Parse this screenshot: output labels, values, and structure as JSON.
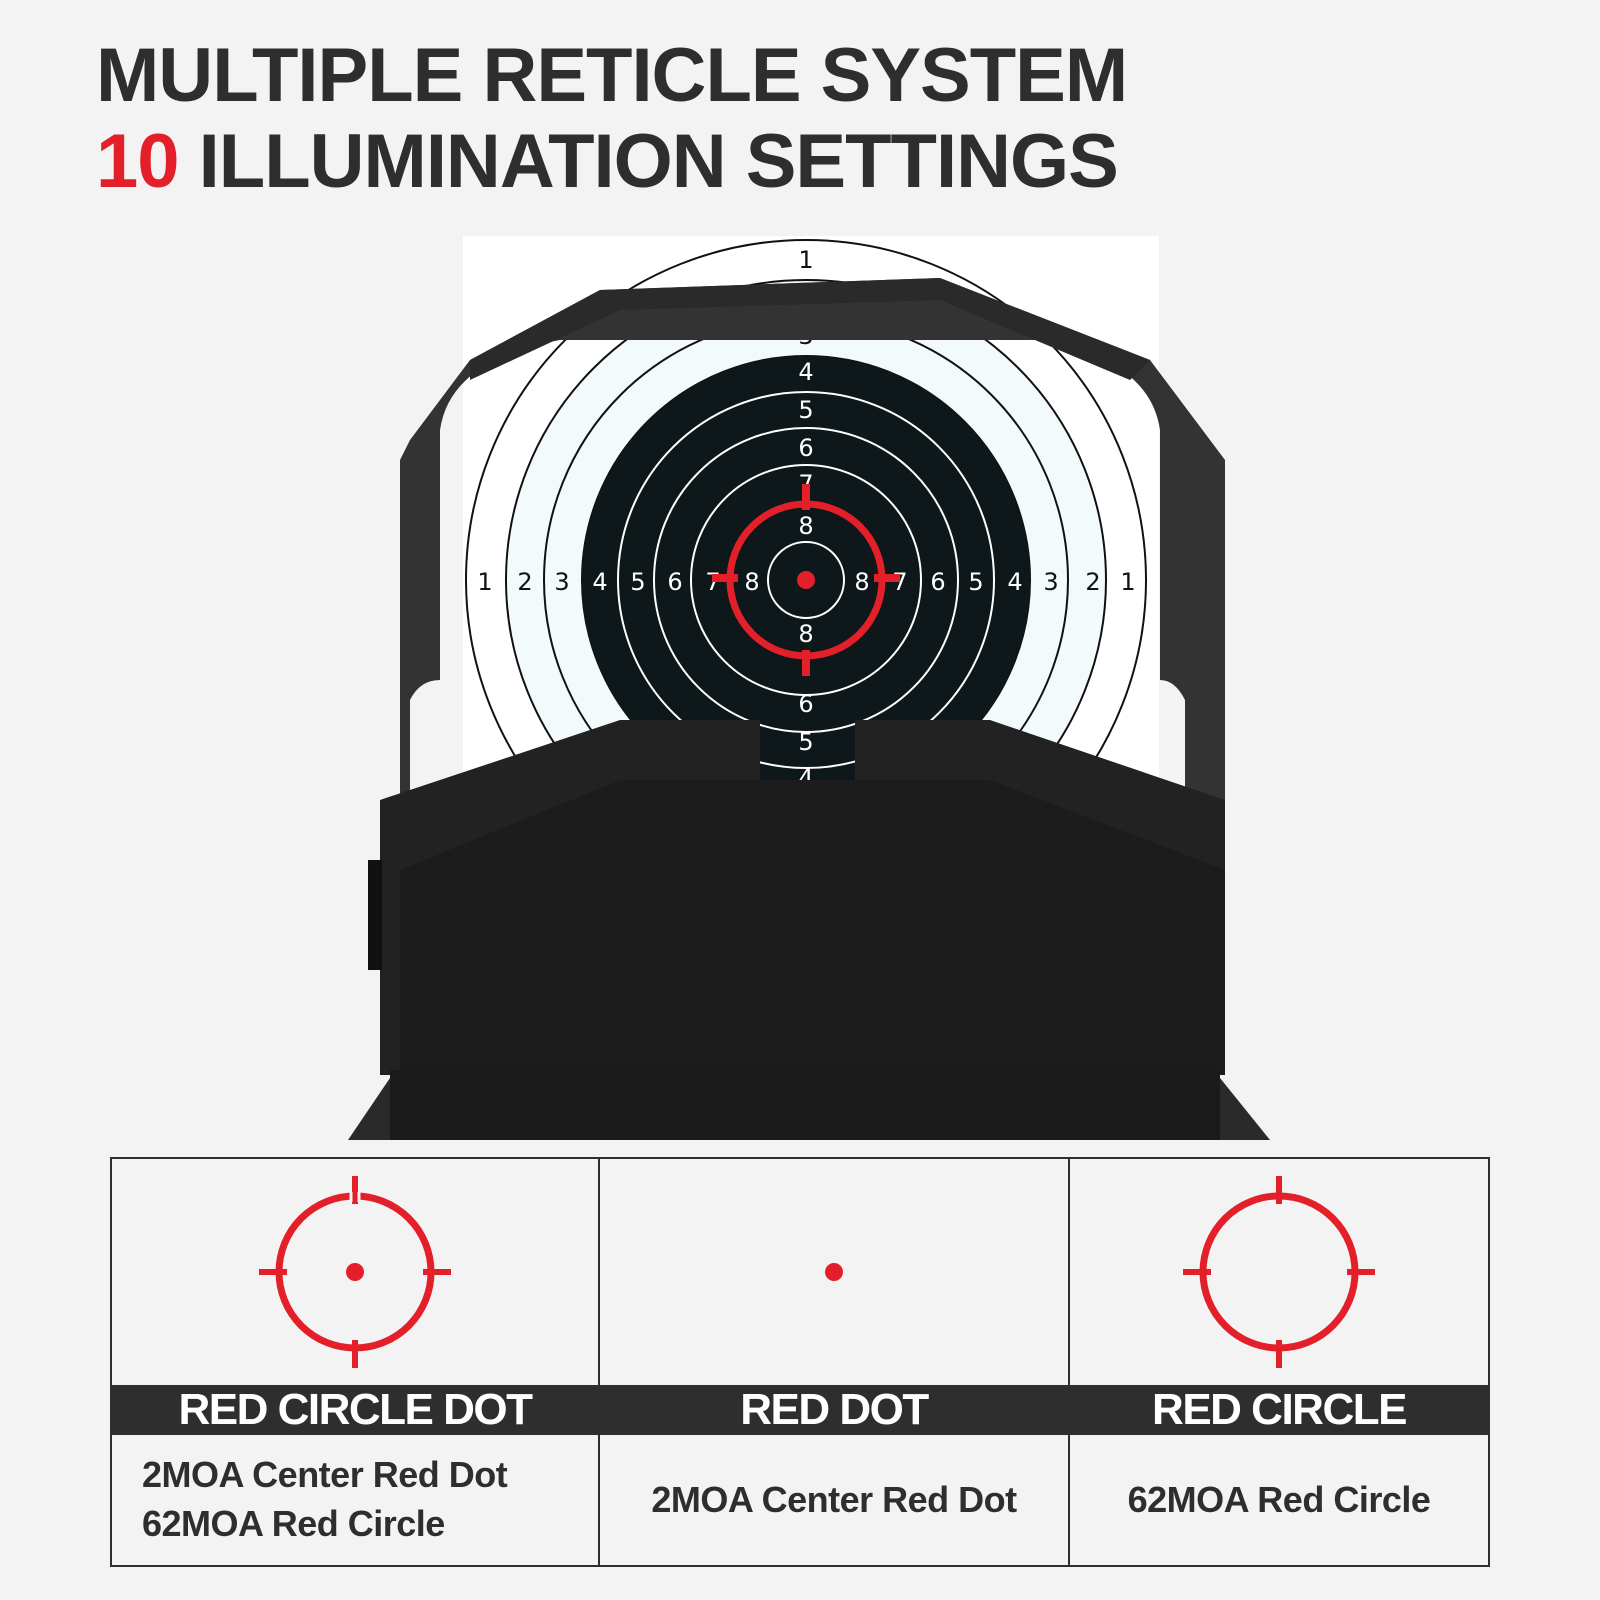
{
  "header": {
    "line1": "MULTIPLE RETICLE SYSTEM",
    "line2_accent": "10",
    "line2_rest": " ILLUMINATION SETTINGS"
  },
  "colors": {
    "accent": "#e3202a",
    "dark": "#2e2e2e",
    "background": "#f3f3f3"
  },
  "target": {
    "top_labels": [
      "1",
      "3",
      "4",
      "5",
      "6",
      "7",
      "8",
      "8",
      "7",
      "6",
      "5",
      "4"
    ],
    "horizontal_labels": [
      "1",
      "2",
      "3",
      "4",
      "5",
      "6",
      "7",
      "8",
      "8",
      "7",
      "6",
      "5",
      "4",
      "3",
      "2",
      "1"
    ]
  },
  "reticles": [
    {
      "name": "RED CIRCLE DOT",
      "desc_lines": [
        "2MOA Center Red Dot",
        "62MOA Red Circle"
      ],
      "icon": "circle-dot-reticle-icon"
    },
    {
      "name": "RED DOT",
      "desc_lines": [
        "2MOA Center Red Dot"
      ],
      "icon": "dot-reticle-icon"
    },
    {
      "name": "RED CIRCLE",
      "desc_lines": [
        "62MOA Red Circle"
      ],
      "icon": "circle-reticle-icon"
    }
  ]
}
